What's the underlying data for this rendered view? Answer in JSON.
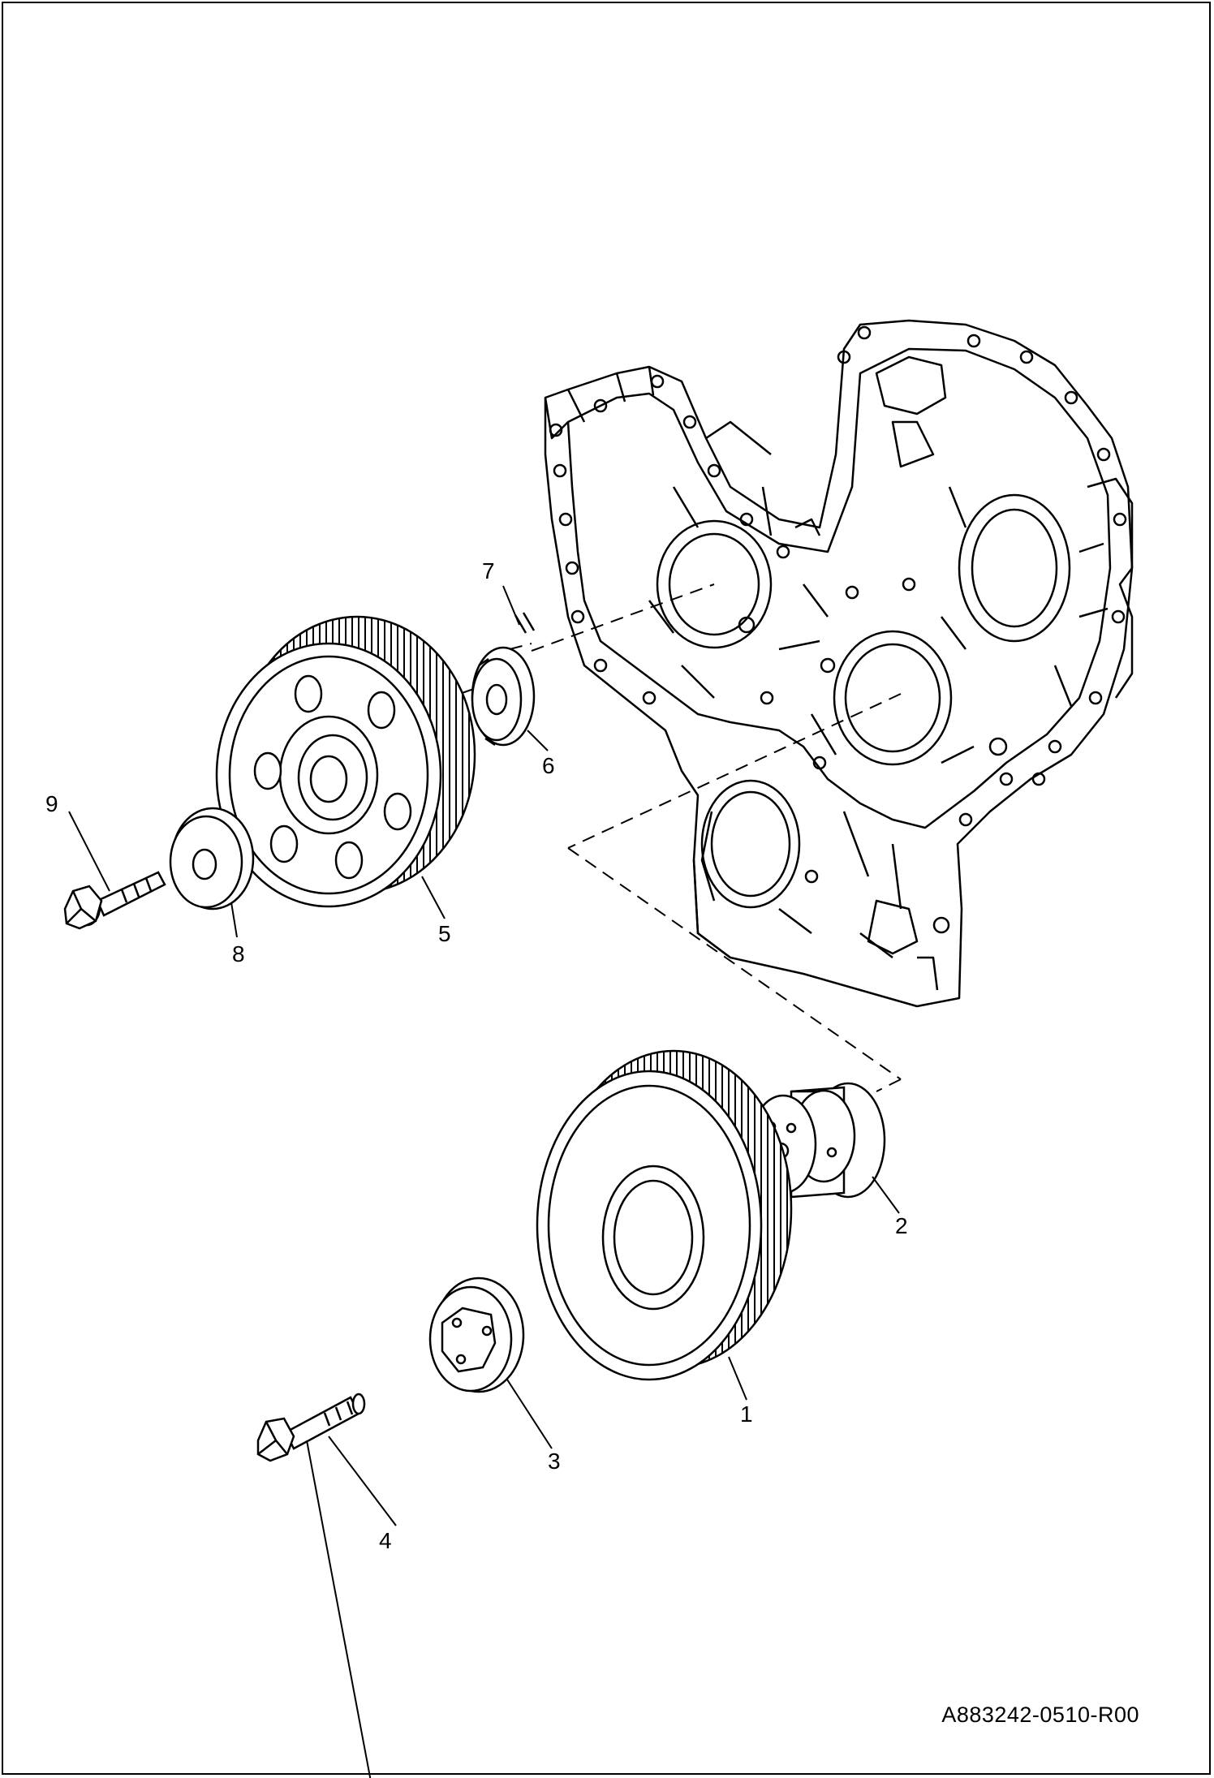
{
  "callouts": {
    "c1": "1",
    "c2": "2",
    "c3": "3",
    "c4": "4",
    "c5": "5",
    "c6": "6",
    "c7": "7",
    "c8": "8",
    "c9": "9"
  },
  "document_id": "A883242-0510-R00",
  "colors": {
    "line": "#000000",
    "background": "#ffffff"
  }
}
